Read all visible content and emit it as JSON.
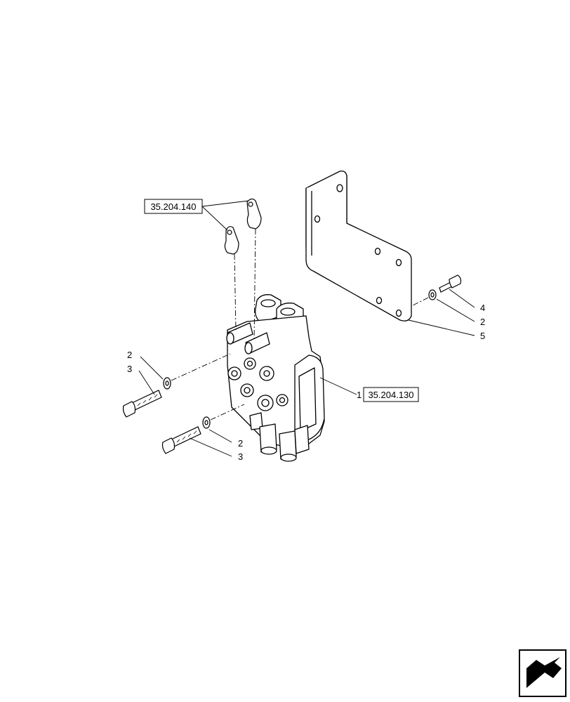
{
  "refs": {
    "top": "35.204.140",
    "valve": "35.204.130"
  },
  "callouts": {
    "bracket_bolt": "4",
    "bracket_washer": "2",
    "bracket": "5",
    "valve": "1",
    "upper_left_washer": "2",
    "upper_left_bolt": "3",
    "lower_left_washer": "2",
    "lower_left_bolt": "3"
  },
  "icons": {
    "nav": "next-page-arrow-icon"
  }
}
